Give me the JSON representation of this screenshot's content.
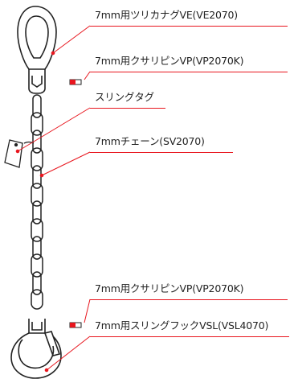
{
  "parts": [
    {
      "id": "master-link",
      "label": "7mm用ツリカナグVE(VE2070)"
    },
    {
      "id": "pin-top",
      "label": "7mm用クサリピンVP(VP2070K)"
    },
    {
      "id": "sling-tag",
      "label": "スリングタグ"
    },
    {
      "id": "chain",
      "label": "7mmチェーン(SV2070)"
    },
    {
      "id": "pin-bottom",
      "label": "7mm用クサリピンVP(VP2070K)"
    },
    {
      "id": "hook",
      "label": "7mm用スリングフックVSL(VSL4070)"
    }
  ],
  "colors": {
    "leader": "#e8161e",
    "marker": "#e8161e",
    "outline": "#222222"
  }
}
